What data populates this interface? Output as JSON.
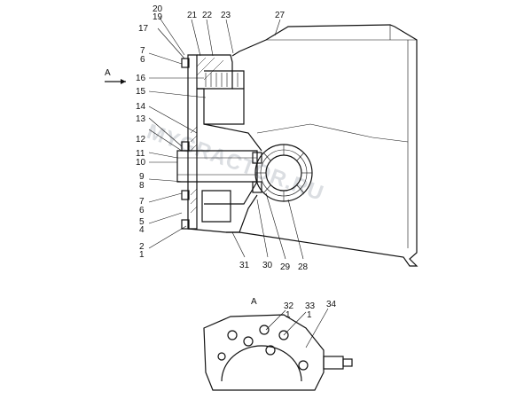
{
  "view_label_top": "A",
  "view_label_bottom": "A",
  "watermark": "MYGRACTOR.RU",
  "callouts_left": [
    {
      "id": "c20",
      "text": "20"
    },
    {
      "id": "c19",
      "text": "19"
    },
    {
      "id": "c17",
      "text": "17"
    },
    {
      "id": "c7a",
      "text": "7"
    },
    {
      "id": "c6a",
      "text": "6"
    },
    {
      "id": "c16",
      "text": "16"
    },
    {
      "id": "c15",
      "text": "15"
    },
    {
      "id": "c14",
      "text": "14"
    },
    {
      "id": "c13",
      "text": "13"
    },
    {
      "id": "c12",
      "text": "12"
    },
    {
      "id": "c11",
      "text": "11"
    },
    {
      "id": "c10",
      "text": "10"
    },
    {
      "id": "c9",
      "text": "9"
    },
    {
      "id": "c8",
      "text": "8"
    },
    {
      "id": "c7b",
      "text": "7"
    },
    {
      "id": "c6b",
      "text": "6"
    },
    {
      "id": "c5",
      "text": "5"
    },
    {
      "id": "c4",
      "text": "4"
    },
    {
      "id": "c2",
      "text": "2"
    },
    {
      "id": "c1",
      "text": "1"
    }
  ],
  "callouts_top": [
    {
      "id": "c21",
      "text": "21"
    },
    {
      "id": "c22",
      "text": "22"
    },
    {
      "id": "c23",
      "text": "23"
    },
    {
      "id": "c27",
      "text": "27"
    }
  ],
  "callouts_bottom": [
    {
      "id": "c31",
      "text": "31"
    },
    {
      "id": "c30",
      "text": "30"
    },
    {
      "id": "c29",
      "text": "29"
    },
    {
      "id": "c28",
      "text": "28"
    }
  ],
  "callouts_view_a": [
    {
      "id": "c32",
      "text": "32"
    },
    {
      "id": "c1x",
      "text": "1"
    },
    {
      "id": "c33",
      "text": "33"
    },
    {
      "id": "c1y",
      "text": "1"
    },
    {
      "id": "c34",
      "text": "34"
    }
  ]
}
